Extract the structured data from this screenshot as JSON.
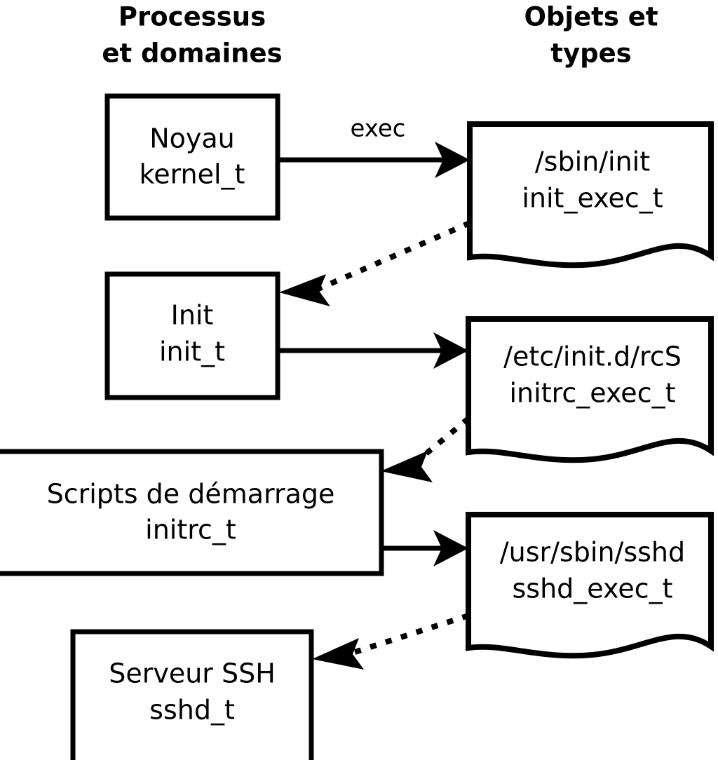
{
  "diagram": {
    "title_visible": false,
    "columns": [
      {
        "id": "left",
        "header_line1": "Processus",
        "header_line2": "et domaines"
      },
      {
        "id": "right",
        "header_line1": "Objets et",
        "header_line2": "types"
      }
    ],
    "process_nodes": [
      {
        "id": "kernel",
        "line1": "Noyau",
        "line2": "kernel_t"
      },
      {
        "id": "init",
        "line1": "Init",
        "line2": "init_t"
      },
      {
        "id": "initrc",
        "line1": "Scripts de démarrage",
        "line2": "initrc_t"
      },
      {
        "id": "sshd",
        "line1": "Serveur SSH",
        "line2": "sshd_t"
      }
    ],
    "object_nodes": [
      {
        "id": "init_exec",
        "line1": "/sbin/init",
        "line2": "init_exec_t"
      },
      {
        "id": "initrc_exec",
        "line1": "/etc/init.d/rcS",
        "line2": "initrc_exec_t"
      },
      {
        "id": "sshd_exec",
        "line1": "/usr/sbin/sshd",
        "line2": "sshd_exec_t"
      }
    ],
    "edges": [
      {
        "id": "kernel-to-init_exec",
        "from": "kernel",
        "to": "init_exec",
        "style": "solid",
        "label": "exec"
      },
      {
        "id": "init_exec-to-init",
        "from": "init_exec",
        "to": "init",
        "style": "dotted",
        "label": ""
      },
      {
        "id": "init-to-initrc_exec",
        "from": "init",
        "to": "initrc_exec",
        "style": "solid",
        "label": ""
      },
      {
        "id": "initrc_exec-to-initrc",
        "from": "initrc_exec",
        "to": "initrc",
        "style": "dotted",
        "label": ""
      },
      {
        "id": "initrc-to-sshd_exec",
        "from": "initrc",
        "to": "sshd_exec",
        "style": "solid",
        "label": ""
      },
      {
        "id": "sshd_exec-to-sshd",
        "from": "sshd_exec",
        "to": "sshd",
        "style": "dotted",
        "label": ""
      }
    ],
    "colors": {
      "background": "#ffffff",
      "stroke": "#000000",
      "text": "#000000"
    }
  }
}
